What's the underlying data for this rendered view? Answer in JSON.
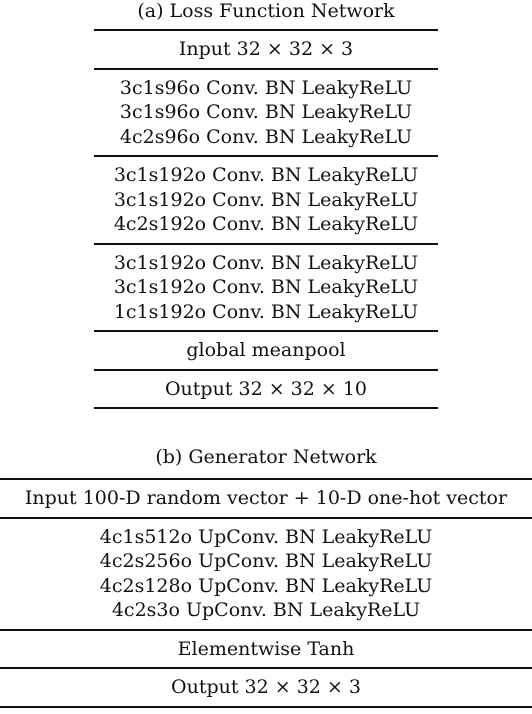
{
  "table_a": {
    "caption": "(a) Loss Function Network",
    "sections": [
      [
        "Input 32 × 32 × 3"
      ],
      [
        "3c1s96o Conv. BN LeakyReLU",
        "3c1s96o Conv. BN LeakyReLU",
        "4c2s96o Conv. BN LeakyReLU"
      ],
      [
        "3c1s192o Conv. BN LeakyReLU",
        "3c1s192o Conv. BN LeakyReLU",
        "4c2s192o Conv. BN LeakyReLU"
      ],
      [
        "3c1s192o Conv. BN LeakyReLU",
        "3c1s192o Conv. BN LeakyReLU",
        "1c1s192o Conv. BN LeakyReLU"
      ],
      [
        "global meanpool"
      ],
      [
        "Output 32 × 32 × 10"
      ]
    ]
  },
  "table_b": {
    "caption": "(b) Generator Network",
    "sections": [
      [
        "Input 100-D random vector + 10-D one-hot vector"
      ],
      [
        "4c1s512o UpConv. BN LeakyReLU",
        "4c2s256o UpConv. BN LeakyReLU",
        "4c2s128o UpConv. BN LeakyReLU",
        "4c2s3o UpConv. BN LeakyReLU"
      ],
      [
        "Elementwise Tanh"
      ],
      [
        "Output 32 × 32 × 3"
      ]
    ]
  }
}
